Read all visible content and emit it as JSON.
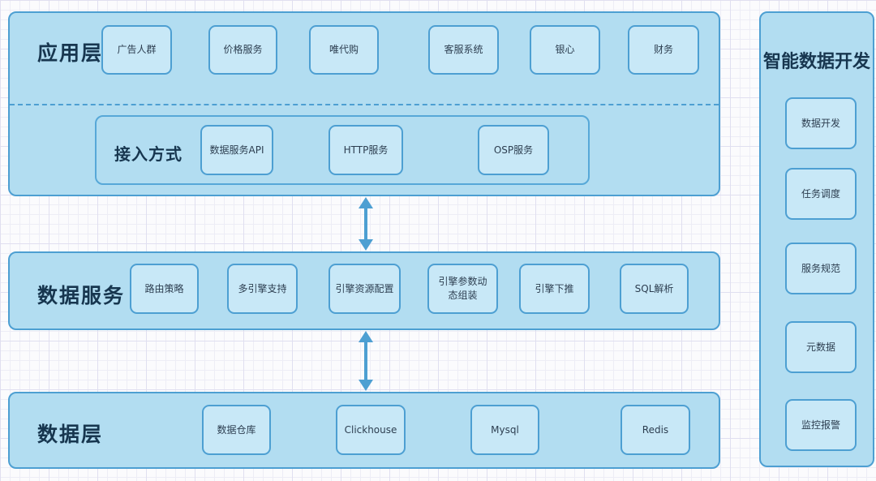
{
  "app_layer": {
    "label": "应用层",
    "boxes": [
      "广告人群",
      "价格服务",
      "唯代购",
      "客服系统",
      "银心",
      "财务"
    ]
  },
  "access": {
    "label": "接入方式",
    "boxes": [
      "数据服务API",
      "HTTP服务",
      "OSP服务"
    ]
  },
  "services_layer": {
    "label": "数据服务",
    "boxes": [
      "路由策略",
      "多引擎支持",
      "引擎资源配置",
      "引擎参数动态组装",
      "引擎下推",
      "SQL解析"
    ]
  },
  "data_layer": {
    "label": "数据层",
    "boxes": [
      "数据仓库",
      "Clickhouse",
      "Mysql",
      "Redis"
    ]
  },
  "side_panel": {
    "label": "智能数据开发",
    "boxes": [
      "数据开发",
      "任务调度",
      "服务规范",
      "元数据",
      "监控报警"
    ]
  },
  "colors": {
    "panel_fill": "#b2ddf1",
    "node_fill": "#c8e8f7",
    "border": "#4d9fd2",
    "heading_text": "#17364f",
    "node_text": "#2d3e50",
    "arrow": "#4d9fd2",
    "grid_line": "#ededf6",
    "background": "#fbfbfd"
  }
}
